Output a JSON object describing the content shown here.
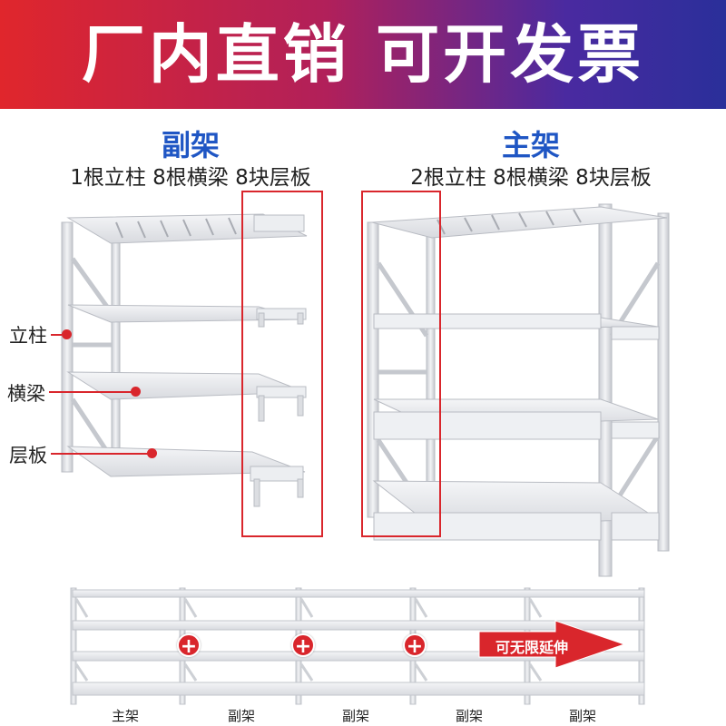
{
  "banner": {
    "text": "厂内直销  可开发票"
  },
  "left_rack": {
    "title": "副架",
    "spec": "1根立柱 8根横梁 8块层板"
  },
  "right_rack": {
    "title": "主架",
    "spec": "2根立柱 8根横梁 8块层板"
  },
  "callouts": [
    "立柱",
    "横梁",
    "层板"
  ],
  "bottom": {
    "labels": [
      "主架",
      "副架",
      "副架",
      "副架",
      "副架"
    ],
    "plus": "+",
    "arrow_text": "可无限延伸"
  },
  "colors": {
    "accent": "#d9262c",
    "title_blue": "#1f56c4",
    "rack_gray": "#e4e6ea"
  }
}
